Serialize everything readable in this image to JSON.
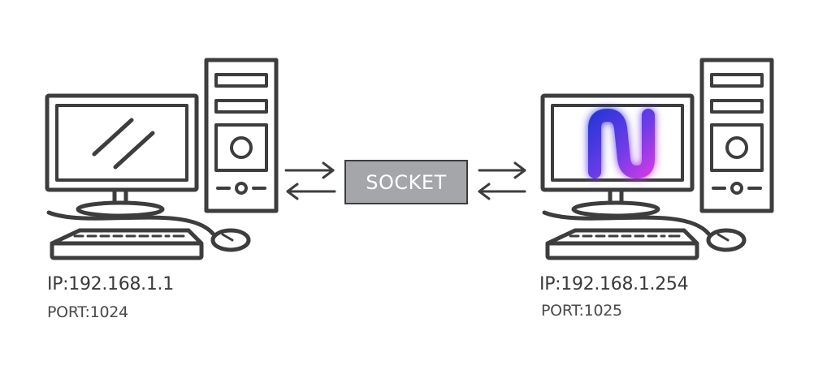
{
  "socket": {
    "label": "SOCKET"
  },
  "left_computer": {
    "ip": "IP:192.168.1.1",
    "port": "PORT:1024",
    "screen_icon": "glare-lines-icon"
  },
  "right_computer": {
    "ip": "IP:192.168.1.254",
    "port": "PORT:1025",
    "screen_icon": "gradient-n-logo"
  },
  "colors": {
    "line": "#3d3d3d",
    "socket_fill": "#a5a6aa",
    "socket_text": "#ffffff",
    "logo_gradient": [
      "#2a36d8",
      "#7a3cf0",
      "#c63ae6"
    ]
  }
}
